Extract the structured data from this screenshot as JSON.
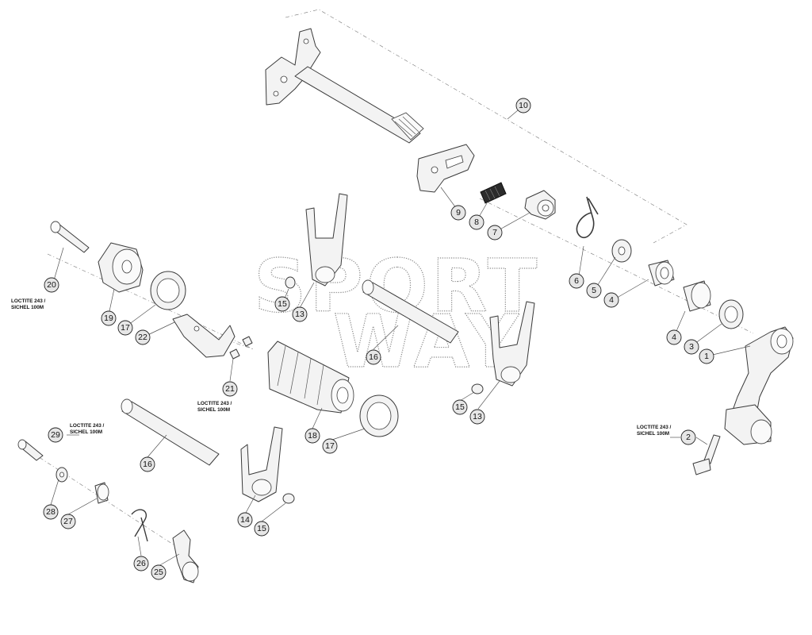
{
  "watermark": [
    "SPORT",
    "WAY"
  ],
  "notes": {
    "n20": [
      "LOCTITE 243 /",
      "SICHEL 100M"
    ],
    "n21": [
      "LOCTITE 243 /",
      "SICHEL 100M"
    ],
    "n29": [
      "LOCTITE 243 /",
      "SICHEL 100M"
    ],
    "n2": [
      "LOCTITE 243 /",
      "SICHEL 100M"
    ]
  },
  "callouts": {
    "c1": "1",
    "c2": "2",
    "c3": "3",
    "c4a": "4",
    "c4b": "4",
    "c5": "5",
    "c6": "6",
    "c7": "7",
    "c8": "8",
    "c9": "9",
    "c10": "10",
    "c13a": "13",
    "c13b": "13",
    "c14": "14",
    "c15a": "15",
    "c15b": "15",
    "c15c": "15",
    "c16a": "16",
    "c16b": "16",
    "c17a": "17",
    "c17b": "17",
    "c18": "18",
    "c19": "19",
    "c20": "20",
    "c21": "21",
    "c22": "22",
    "c25": "25",
    "c26": "26",
    "c27": "27",
    "c28": "28",
    "c29": "29"
  }
}
